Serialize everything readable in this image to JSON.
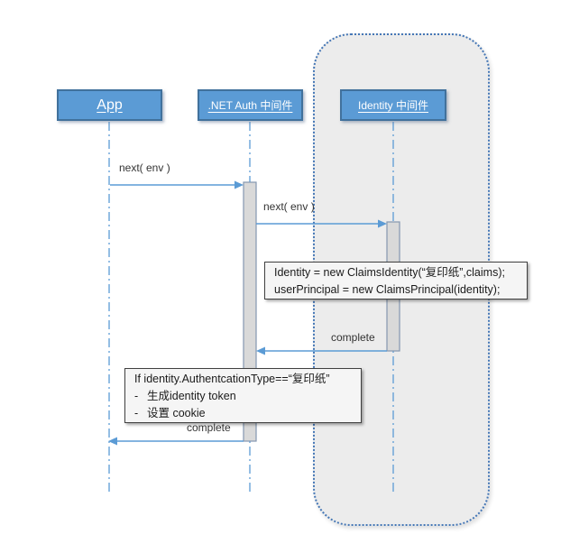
{
  "diagram": {
    "participants": [
      {
        "label": "App"
      },
      {
        "label": ".NET Auth 中间件"
      },
      {
        "label": "Identity 中间件"
      }
    ],
    "messages": [
      {
        "label": "next( env )",
        "from": "App",
        "to": ".NET Auth 中间件"
      },
      {
        "label": "next( env )",
        "from": ".NET Auth 中间件",
        "to": "Identity 中间件"
      },
      {
        "label": "complete",
        "from": "Identity 中间件",
        "to": ".NET Auth 中间件"
      },
      {
        "label": "complete",
        "from": ".NET Auth 中间件",
        "to": "App"
      }
    ],
    "notes": [
      {
        "lines": [
          "Identity = new ClaimsIdentity(“复印纸”,claims);",
          "userPrincipal = new ClaimsPrincipal(identity);"
        ]
      },
      {
        "title": "If identity.AuthentcationType==“复印纸”",
        "bullet_char": "-",
        "bullets": [
          "生成identity token",
          "设置 cookie"
        ]
      }
    ],
    "colors": {
      "participant_fill": "#5B9BD5",
      "participant_border": "#41719C",
      "lifeline": "#5B9BD5",
      "arrow": "#5B9BD5",
      "activation_fill": "#D9D9D9",
      "activation_border": "#8497B0",
      "boundary_fill": "#ECECEC",
      "boundary_border": "#4577B6",
      "note_fill": "#F5F5F5",
      "note_border": "#404040",
      "msg_text": "#333333"
    }
  }
}
